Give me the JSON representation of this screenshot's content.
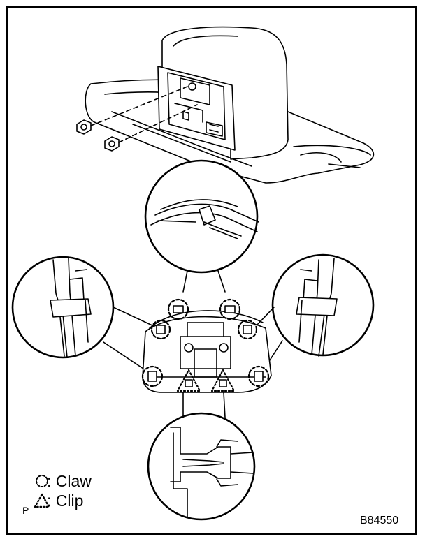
{
  "figure": {
    "code": "B84550",
    "p_mark": "P"
  },
  "legend": {
    "claw_label": ": Claw",
    "clip_label": ": Clip",
    "claw_symbol": "dashed-circle-icon",
    "clip_symbol": "dotted-triangle-icon"
  }
}
